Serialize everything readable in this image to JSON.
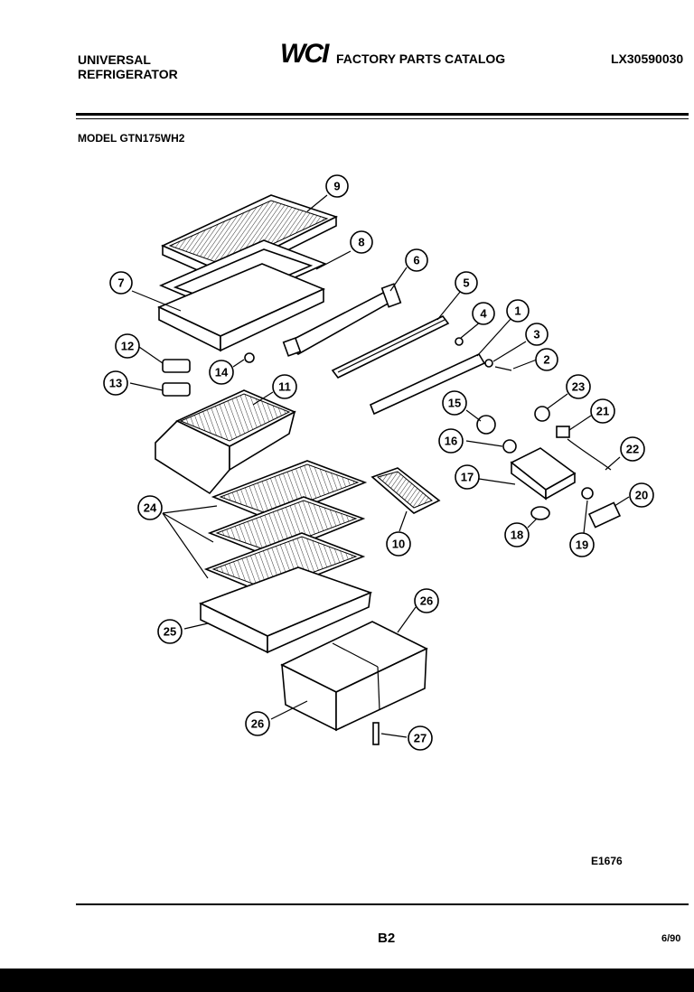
{
  "header": {
    "brand_line1": "UNIVERSAL",
    "brand_line2": "REFRIGERATOR",
    "logo_text": "WCI",
    "catalog_title": "FACTORY PARTS CATALOG",
    "catalog_code": "LX30590030",
    "model_label": "MODEL GTN175WH2"
  },
  "diagram": {
    "callouts": [
      "9",
      "8",
      "7",
      "6",
      "5",
      "4",
      "1",
      "3",
      "2",
      "12",
      "13",
      "14",
      "11",
      "15",
      "23",
      "21",
      "16",
      "22",
      "17",
      "20",
      "24",
      "10",
      "18",
      "19",
      "25",
      "26",
      "26",
      "27"
    ],
    "figure_id": "E1676"
  },
  "footer": {
    "page": "B2",
    "date": "6/90"
  }
}
